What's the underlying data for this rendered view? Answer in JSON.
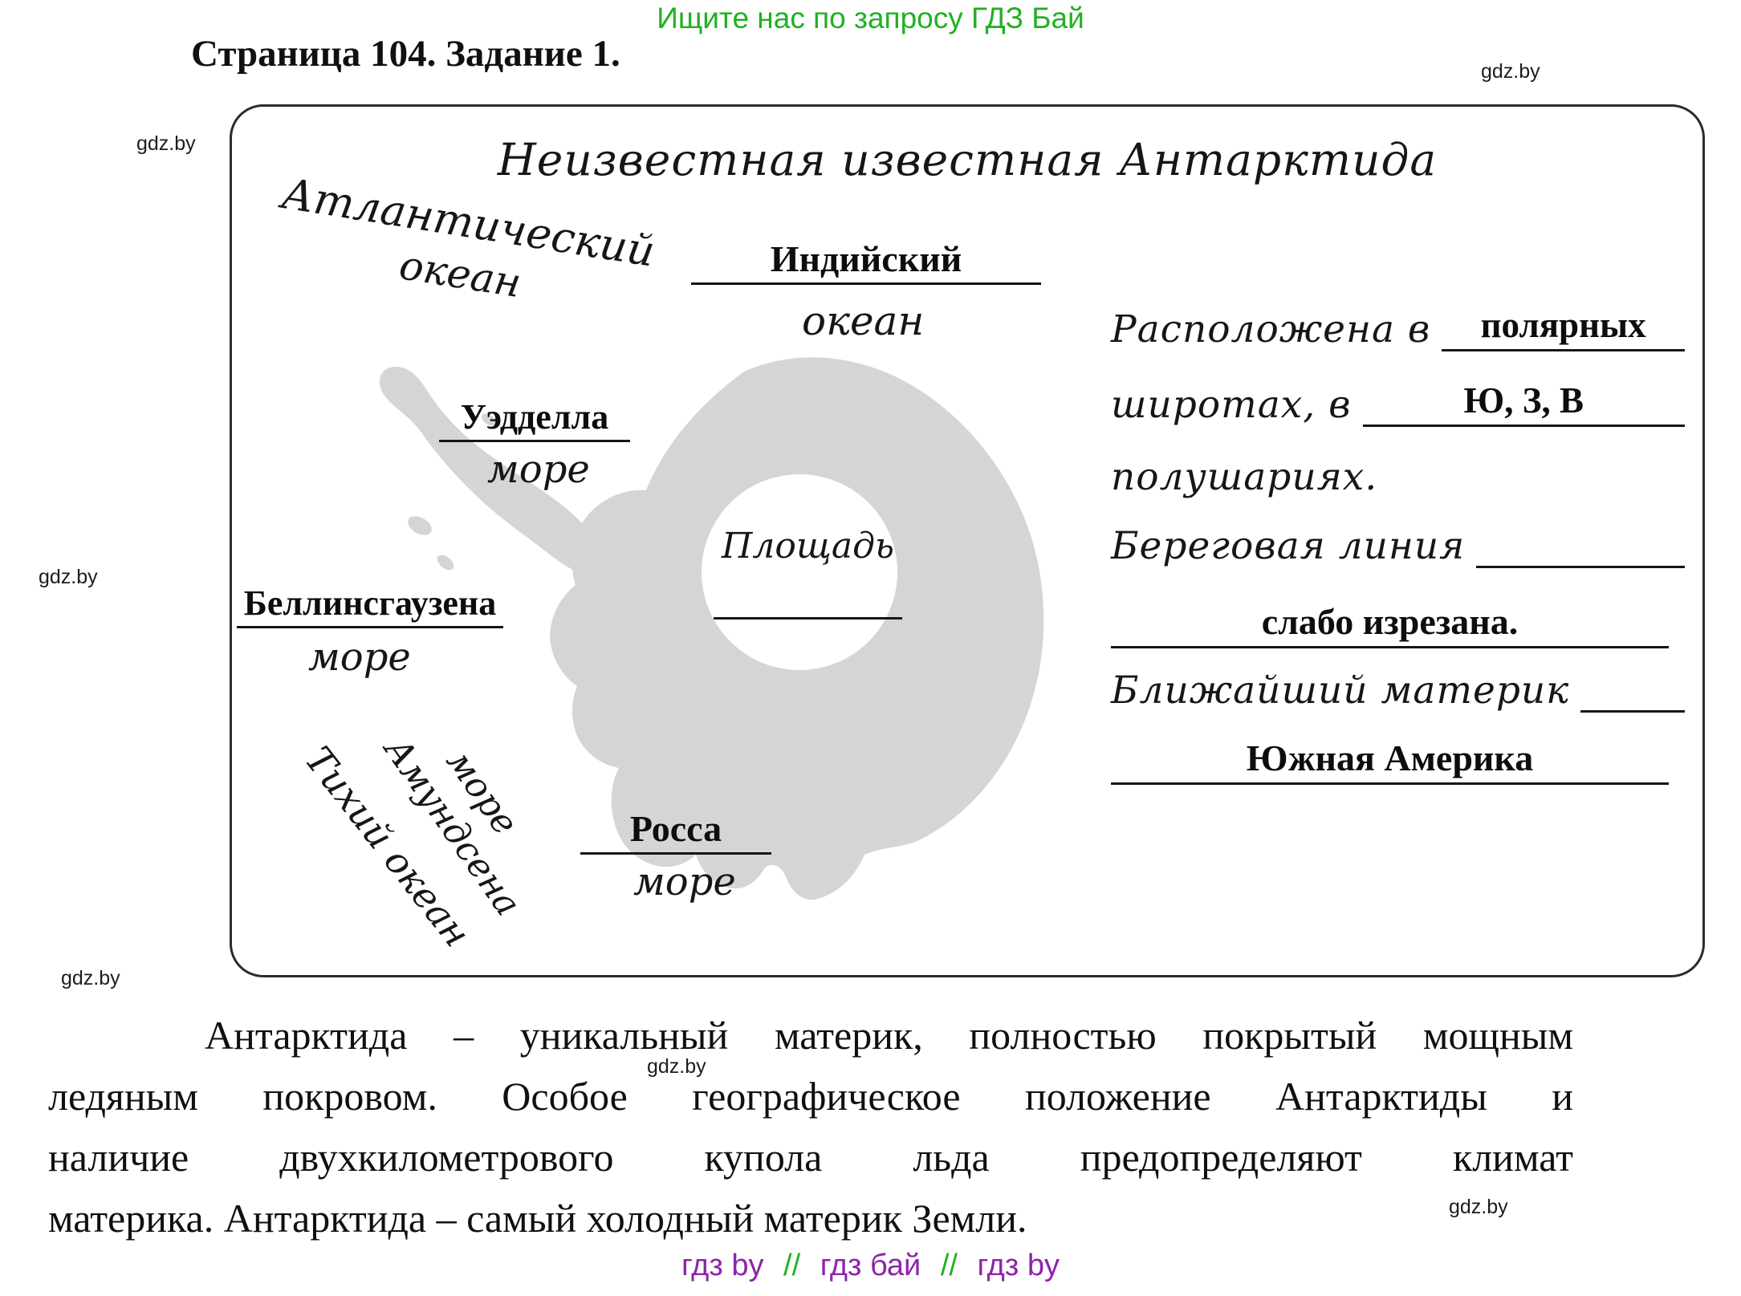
{
  "banner": {
    "text": "Ищите нас по запросу ГДЗ Бай",
    "color": "#22b022"
  },
  "page_title": "Страница 104. Задание 1.",
  "watermark": "gdz.by",
  "worksheet": {
    "title": "Неизвестная известная Антарктида",
    "map": {
      "atlantic_line1": "Атлантический",
      "atlantic_line2": "океан",
      "indian_answer": "Индийский",
      "indian_base": "океан",
      "weddell_answer": "Уэдделла",
      "weddell_base": "море",
      "bellingshausen_answer": "Беллинсгаузена",
      "bellingshausen_base": "море",
      "amundsen_line1": "море",
      "amundsen_line2": "Амундсена",
      "pacific": "Тихий океан",
      "ross_answer": "Росса",
      "ross_base": "море",
      "area_label": "Площадь"
    },
    "facts": {
      "line1_pre": "Расположена в",
      "line1_answer": "полярных",
      "line2_pre": "широтах, в",
      "line2_answer": "Ю, З, В",
      "line3": "полушариях.",
      "line4_pre": "Береговая линия",
      "line5_answer": "слабо изрезана.",
      "line6_pre": "Ближайший материк",
      "line7_answer": "Южная Америка"
    }
  },
  "paragraph_lines": [
    "Антарктида – уникальный материк, полностью покрытый мощным",
    "ледяным покровом. Особое географическое положение Антарктиды и",
    "наличие двухкилометрового купола льда предопределяют климат",
    "материка. Антарктида – самый холодный материк Земли."
  ],
  "footer": {
    "part1": "гдз by",
    "sep1": "//",
    "part2": "гдз бай",
    "sep2": "//",
    "part3": "гдз by",
    "word_color": "#8e24aa",
    "sep_color": "#22b022"
  }
}
